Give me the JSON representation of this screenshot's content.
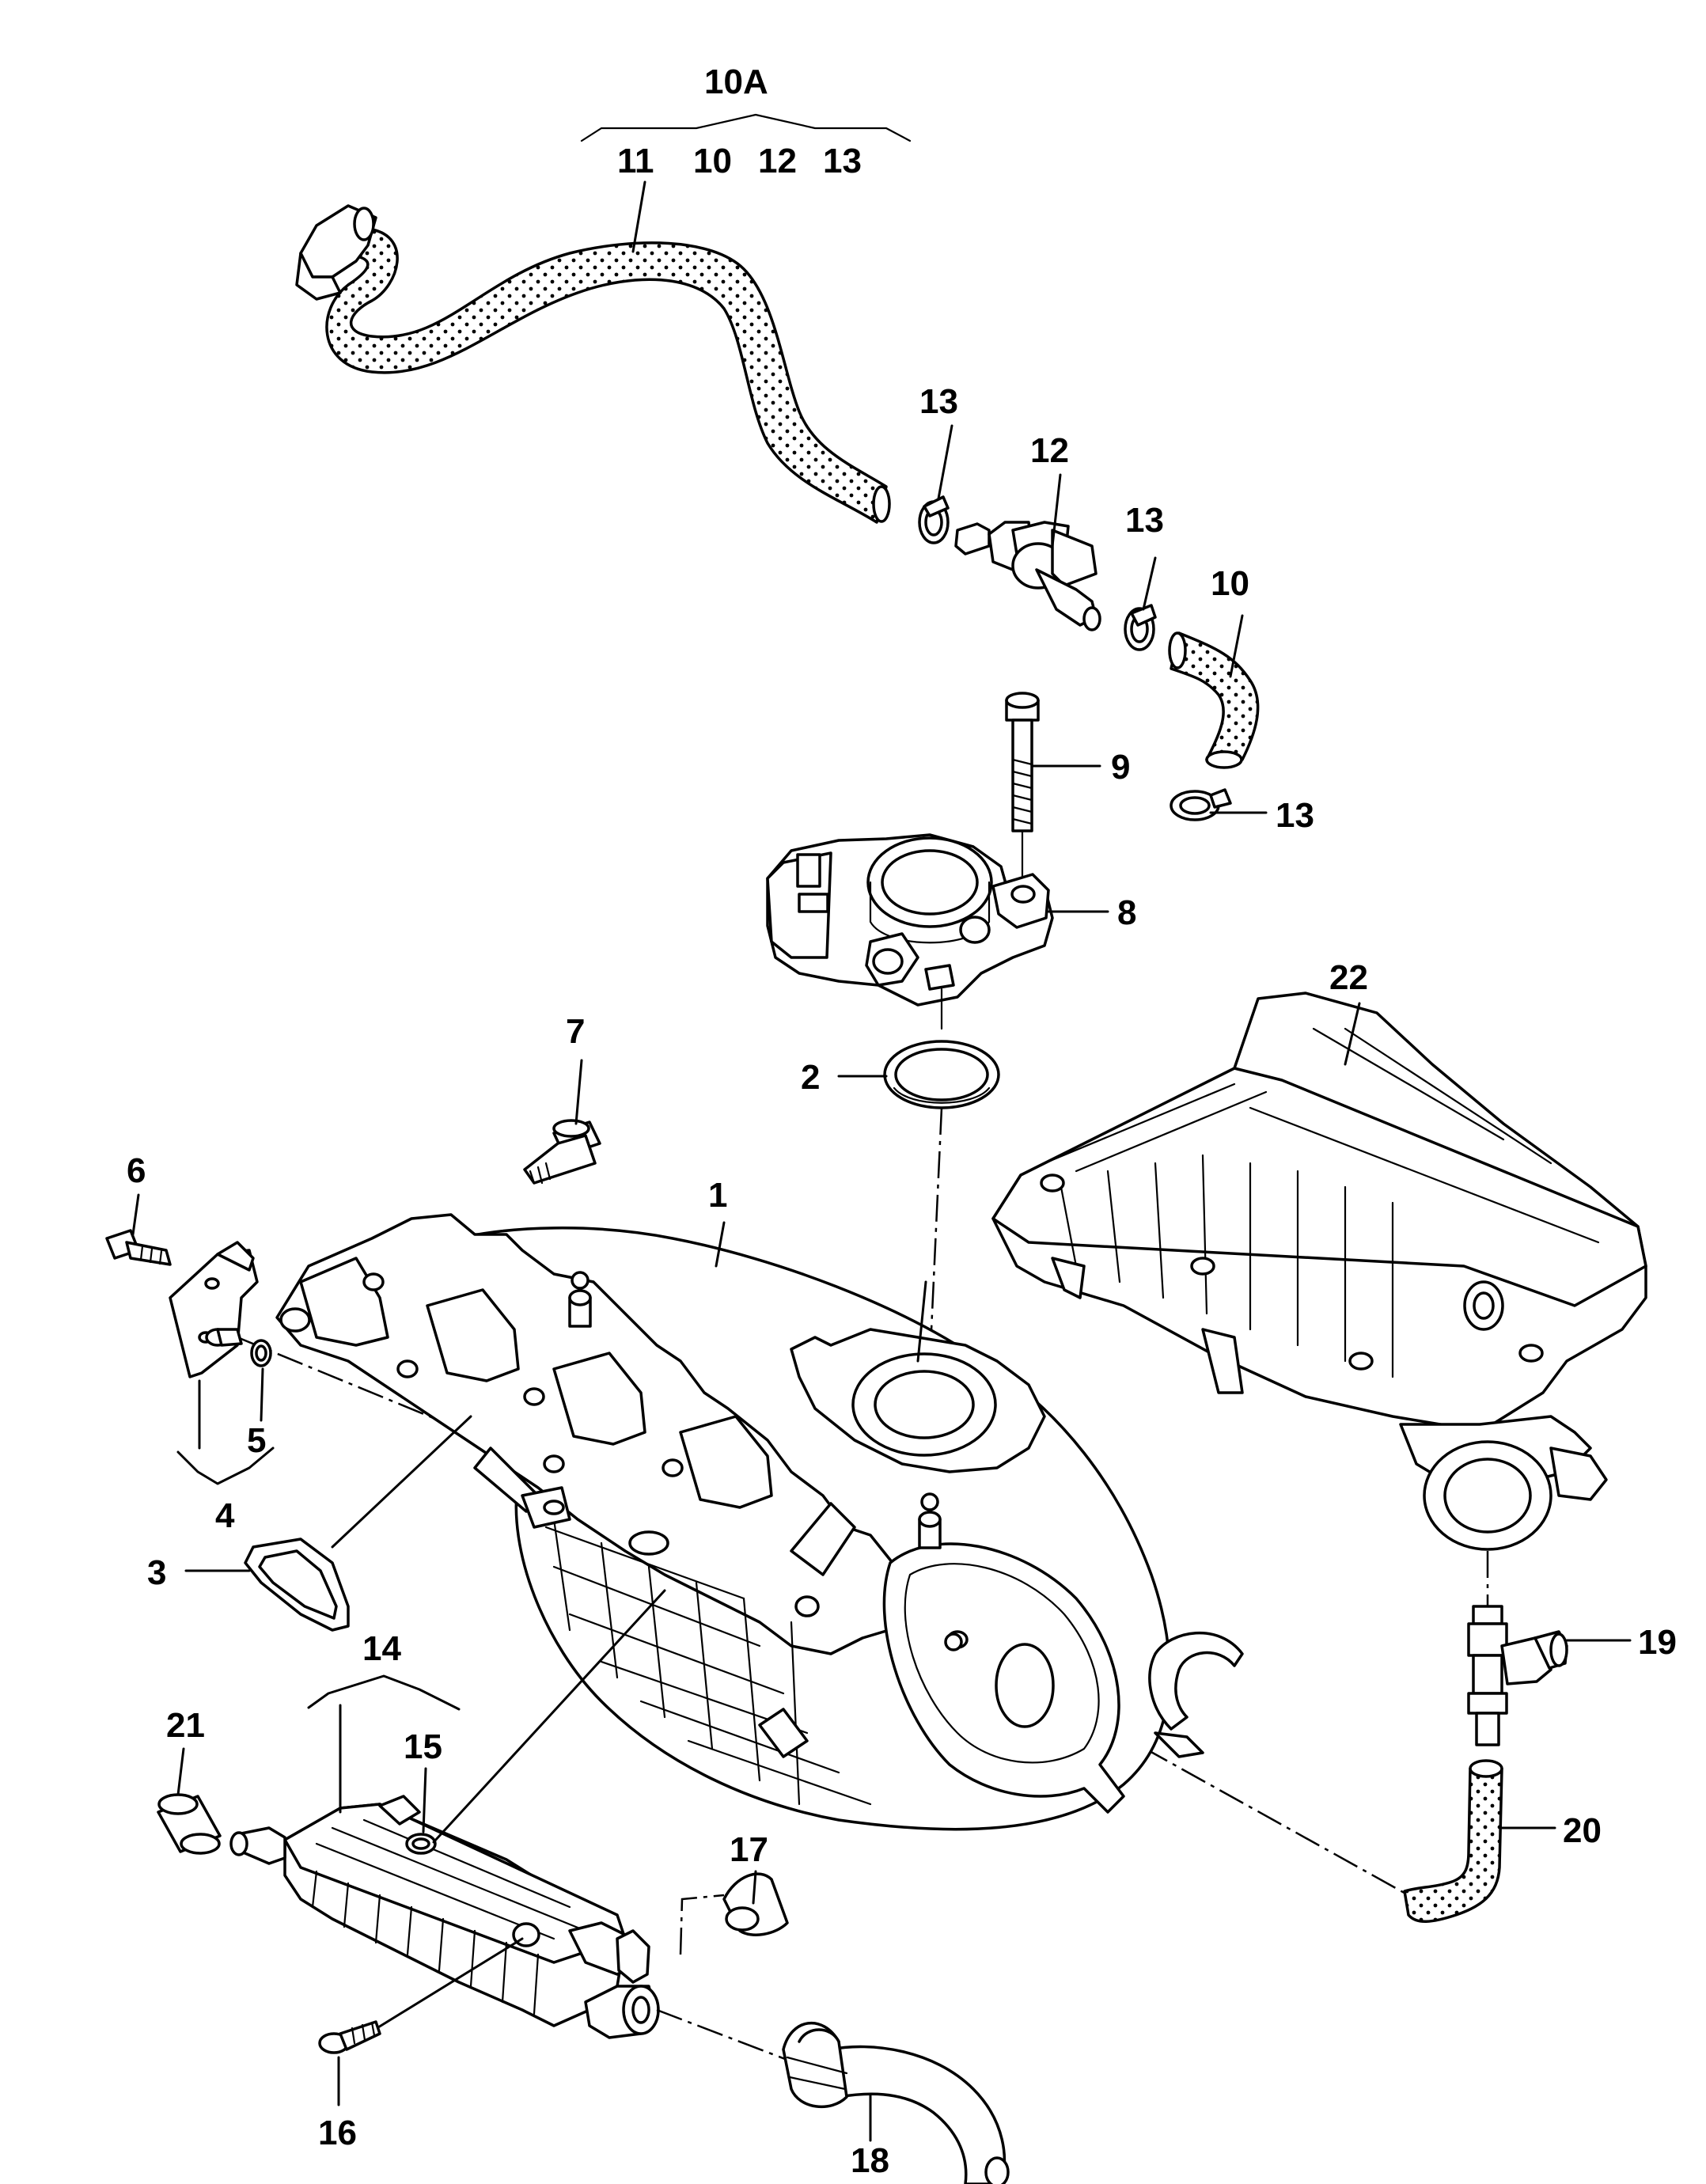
{
  "labels": {
    "l10A": "10A",
    "l11": "11",
    "l10a": "10",
    "l12a": "12",
    "l13a": "13",
    "l13b": "13",
    "l12b": "12",
    "l13c": "13",
    "l10b": "10",
    "l9": "9",
    "l13d": "13",
    "l8": "8",
    "l22": "22",
    "l7": "7",
    "l2": "2",
    "l6": "6",
    "l1": "1",
    "l5": "5",
    "l4": "4",
    "l3": "3",
    "l19": "19",
    "l14": "14",
    "l21": "21",
    "l15": "15",
    "l20": "20",
    "l17": "17",
    "l16": "16",
    "l18": "18"
  }
}
